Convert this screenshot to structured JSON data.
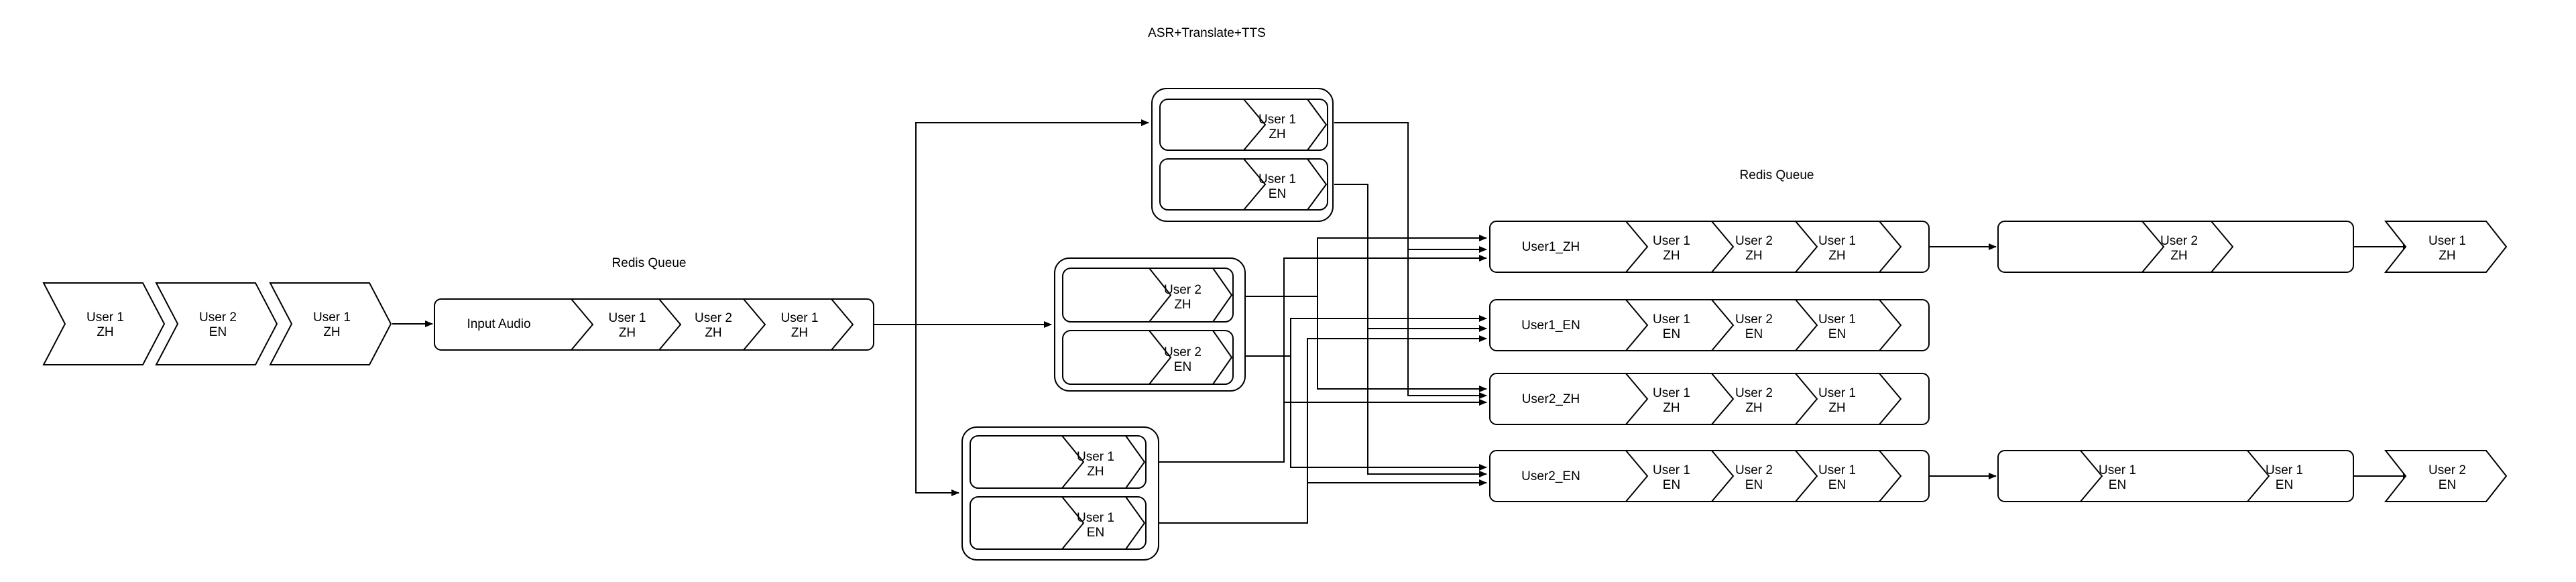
{
  "labels": {
    "top_title": "ASR+Translate+TTS",
    "redis_queue_left": "Redis Queue",
    "redis_queue_right": "Redis Queue",
    "input_audio": "Input Audio",
    "user1_zh_queue": "User1_ZH",
    "user1_en_queue": "User1_EN",
    "user2_zh_queue": "User2_ZH",
    "user2_en_queue": "User2_EN"
  },
  "tokens": {
    "user1": "User 1",
    "user2": "User 2",
    "zh": "ZH",
    "en": "EN"
  },
  "input_stream": [
    {
      "user": "User 1",
      "lang": "ZH"
    },
    {
      "user": "User 2",
      "lang": "EN"
    },
    {
      "user": "User 1",
      "lang": "ZH"
    }
  ],
  "input_queue_items": [
    {
      "user": "User 1",
      "lang": "ZH"
    },
    {
      "user": "User 2",
      "lang": "ZH"
    },
    {
      "user": "User 1",
      "lang": "ZH"
    }
  ],
  "workers": [
    {
      "items": [
        {
          "user": "User 1",
          "lang": "ZH"
        },
        {
          "user": "User 1",
          "lang": "EN"
        }
      ]
    },
    {
      "items": [
        {
          "user": "User 2",
          "lang": "ZH"
        },
        {
          "user": "User 2",
          "lang": "EN"
        }
      ]
    },
    {
      "items": [
        {
          "user": "User 1",
          "lang": "ZH"
        },
        {
          "user": "User 1",
          "lang": "EN"
        }
      ]
    }
  ],
  "output_queues": [
    {
      "name": "User1_ZH",
      "items": [
        {
          "user": "User 1",
          "lang": "ZH"
        },
        {
          "user": "User 2",
          "lang": "ZH"
        },
        {
          "user": "User 1",
          "lang": "ZH"
        }
      ]
    },
    {
      "name": "User1_EN",
      "items": [
        {
          "user": "User 1",
          "lang": "EN"
        },
        {
          "user": "User 2",
          "lang": "EN"
        },
        {
          "user": "User 1",
          "lang": "EN"
        }
      ]
    },
    {
      "name": "User2_ZH",
      "items": [
        {
          "user": "User 1",
          "lang": "ZH"
        },
        {
          "user": "User 2",
          "lang": "ZH"
        },
        {
          "user": "User 1",
          "lang": "ZH"
        }
      ]
    },
    {
      "name": "User2_EN",
      "items": [
        {
          "user": "User 1",
          "lang": "EN"
        },
        {
          "user": "User 2",
          "lang": "EN"
        },
        {
          "user": "User 1",
          "lang": "EN"
        }
      ]
    }
  ],
  "buffers": [
    {
      "items": [
        {
          "user": "User 2",
          "lang": "ZH"
        }
      ],
      "output": {
        "user": "User 1",
        "lang": "ZH"
      }
    },
    {
      "items": [
        {
          "user": "User 1",
          "lang": "EN"
        },
        {
          "user": "User 1",
          "lang": "EN"
        }
      ],
      "output": {
        "user": "User 2",
        "lang": "EN"
      }
    }
  ]
}
